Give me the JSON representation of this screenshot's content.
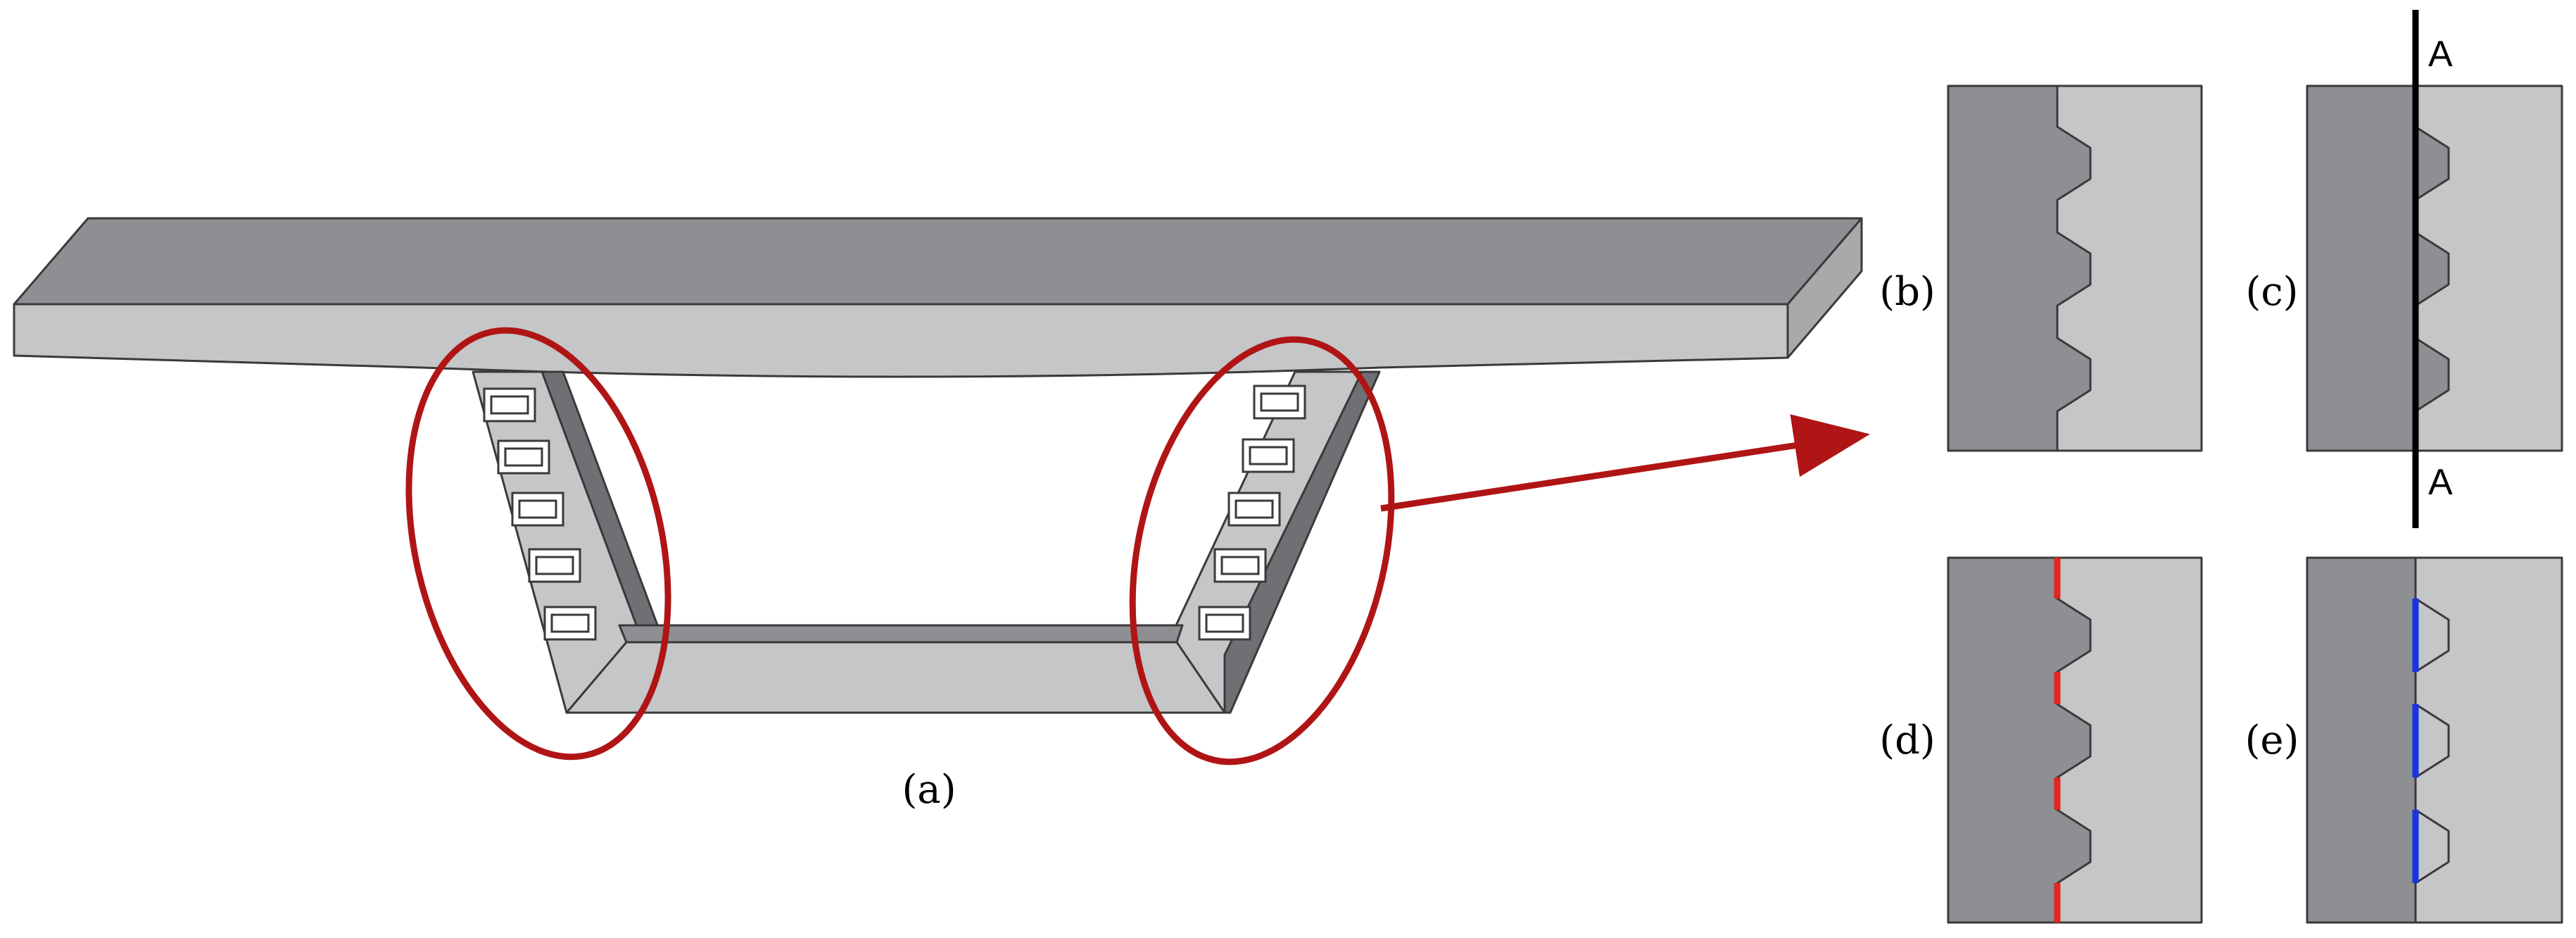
{
  "figure": {
    "panel_a": {
      "label": "(a)"
    },
    "panel_b": {
      "label": "(b)"
    },
    "panel_c": {
      "label": "(c)",
      "section_top_label": "A",
      "section_bottom_label": "A"
    },
    "panel_d": {
      "label": "(d)"
    },
    "panel_e": {
      "label": "(e)"
    }
  },
  "colors": {
    "dark_concrete": "#8e8f92",
    "light_concrete": "#c5c6c8",
    "outline": "#3a3a3a",
    "highlight_ellipse": "#b01515",
    "arrow": "#b01515",
    "red_interface": "#e3261f",
    "blue_interface": "#1a34e0",
    "section_line": "#000000"
  }
}
